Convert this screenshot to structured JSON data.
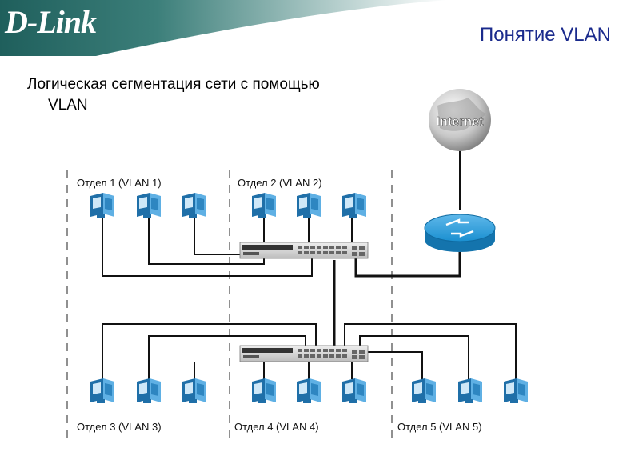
{
  "header": {
    "logo_text": "D-Link",
    "slide_title": "Понятие VLAN"
  },
  "subtitle": {
    "line1": "Логическая сегментация сети с помощью",
    "line2": "VLAN"
  },
  "internet": {
    "label": "Internet"
  },
  "departments": [
    {
      "label": "Отдел 1 (VLAN 1)"
    },
    {
      "label": "Отдел 2 (VLAN 2)"
    },
    {
      "label": "Отдел 3 (VLAN 3)"
    },
    {
      "label": "Отдел 4 (VLAN 4)"
    },
    {
      "label": "Отдел 5 (VLAN 5)"
    }
  ],
  "colors": {
    "logo_band": "#2f6e6a",
    "title": "#1a2a8c",
    "router": "#1a8fd0",
    "computer": "#2e86c1"
  }
}
